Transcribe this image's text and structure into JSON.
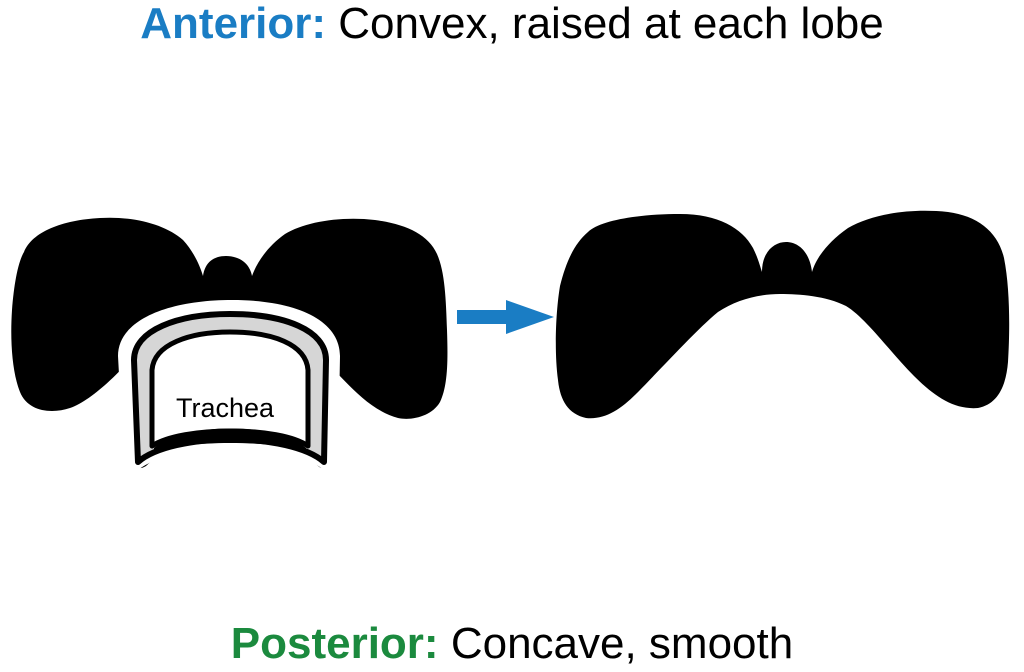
{
  "anterior": {
    "label": "Anterior:",
    "description": "Convex, raised at each lobe",
    "color": "#1a7dc4"
  },
  "posterior": {
    "label": "Posterior:",
    "description": "Concave, smooth",
    "color": "#1b8a3e"
  },
  "trachea": {
    "label": "Trachea",
    "ring_fill": "#d6d6d6"
  },
  "thyroid": {
    "fill": "#000000"
  },
  "arrow": {
    "color": "#1a7dc4",
    "direction": "right"
  },
  "icons": {
    "left_view": "thyroid-with-trachea-icon",
    "right_view": "thyroid-posterior-icon",
    "arrow": "arrow-right-icon"
  }
}
